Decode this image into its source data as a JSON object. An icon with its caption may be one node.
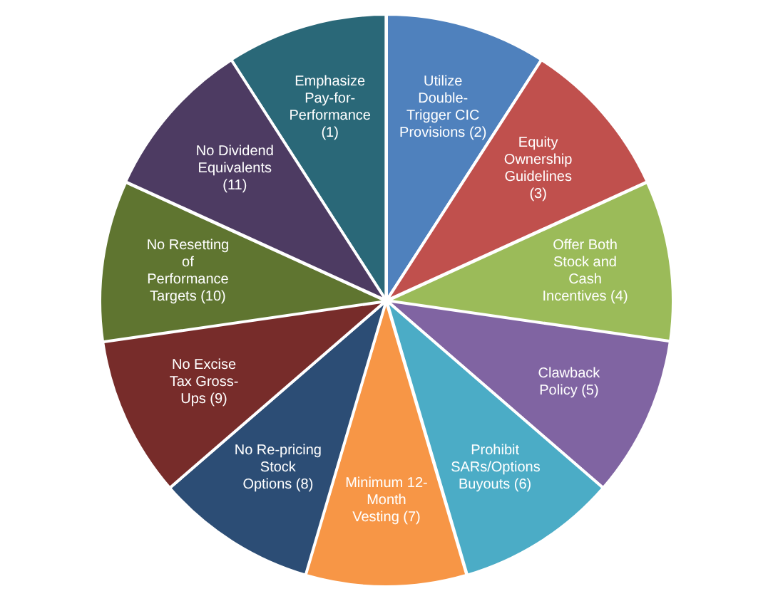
{
  "diagram": {
    "nodes": [
      {
        "text": [
          "Emphasize Pay-for-Performance (1)"
        ]
      },
      {
        "text": [
          "Utilize Double-Trigger CIC Provisions (2)"
        ]
      },
      {
        "text": [
          "Equity Ownership Guidelines (3)"
        ]
      },
      {
        "text": [
          "Offer Both Stock and Cash Incentives (4)"
        ]
      },
      {
        "text": [
          "Clawback Policy (5)"
        ]
      },
      {
        "text": [
          "Prohibit SARs/Options Buyouts (6)"
        ]
      },
      {
        "text": [
          "Minimum 12-Month Vesting (7)"
        ]
      },
      {
        "text": [
          "No Re-pricing Stock Options (8)"
        ]
      },
      {
        "text": [
          "No Excise Tax Gross-Ups (9)"
        ]
      },
      {
        "text": [
          "No Resetting of Performance Targets (10)"
        ]
      },
      {
        "text": [
          "No Dividend Equivalents (11)"
        ]
      }
    ]
  }
}
